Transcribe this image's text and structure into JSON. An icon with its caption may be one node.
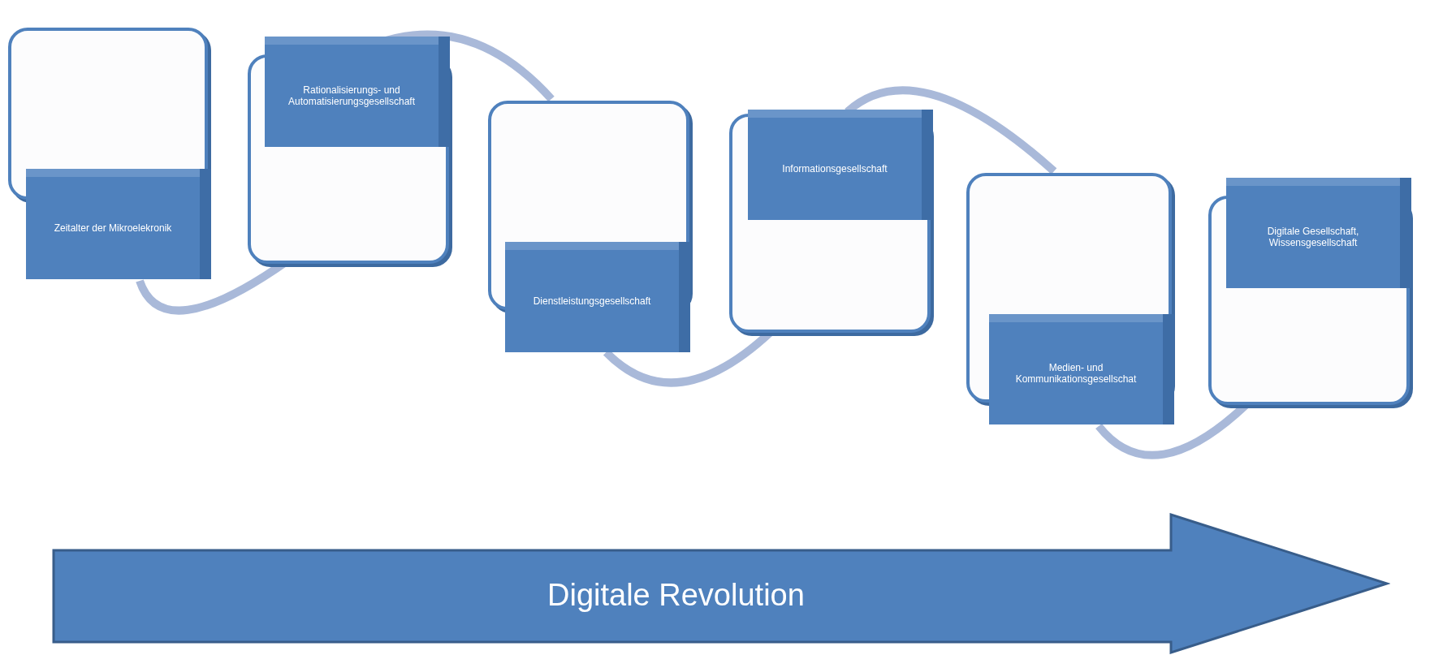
{
  "diagram": {
    "nodes": [
      {
        "text": [
          "Zeitalter der Mikroelekronik"
        ]
      },
      {
        "text": [
          "Rationalisierungs- und Automatisierungsgesellschaft"
        ]
      },
      {
        "text": [
          "Dienstleistungsgesellschaft"
        ]
      },
      {
        "text": [
          "Informationsgesellschaft"
        ]
      },
      {
        "text": [
          "Medien- und Kommunikationsgesellschat"
        ]
      },
      {
        "text": [
          "Digitale Gesellschaft, Wissensgesellschaft"
        ]
      },
      {
        "text": [
          "Digitale Revolution"
        ]
      }
    ],
    "edges": [
      {
        "from": 0,
        "to": 1,
        "arrow": "none"
      },
      {
        "from": 1,
        "to": 2,
        "arrow": "none"
      },
      {
        "from": 2,
        "to": 3,
        "arrow": "none"
      },
      {
        "from": 3,
        "to": 4,
        "arrow": "none"
      },
      {
        "from": 4,
        "to": 5,
        "arrow": "none"
      }
    ]
  }
}
